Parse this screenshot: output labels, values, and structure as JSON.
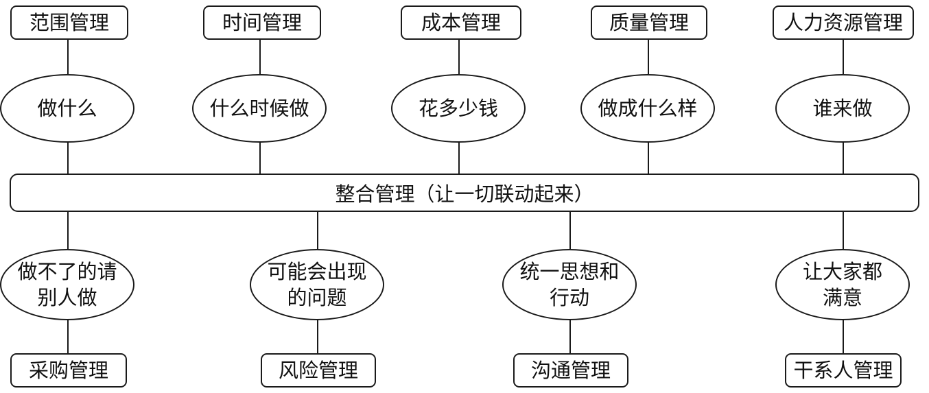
{
  "top": [
    {
      "category": "范围管理",
      "question": "做什么"
    },
    {
      "category": "时间管理",
      "question": "什么时候做"
    },
    {
      "category": "成本管理",
      "question": "花多少钱"
    },
    {
      "category": "质量管理",
      "question": "做成什么样"
    },
    {
      "category": "人力资源管理",
      "question": "谁来做"
    }
  ],
  "center": {
    "label": "整合管理（让一切联动起来）"
  },
  "bottom": [
    {
      "category": "采购管理",
      "question": "做不了的请\n别人做"
    },
    {
      "category": "风险管理",
      "question": "可能会出现\n的问题"
    },
    {
      "category": "沟通管理",
      "question": "统一思想和\n行动"
    },
    {
      "category": "干系人管理",
      "question": "让大家都\n满意"
    }
  ]
}
